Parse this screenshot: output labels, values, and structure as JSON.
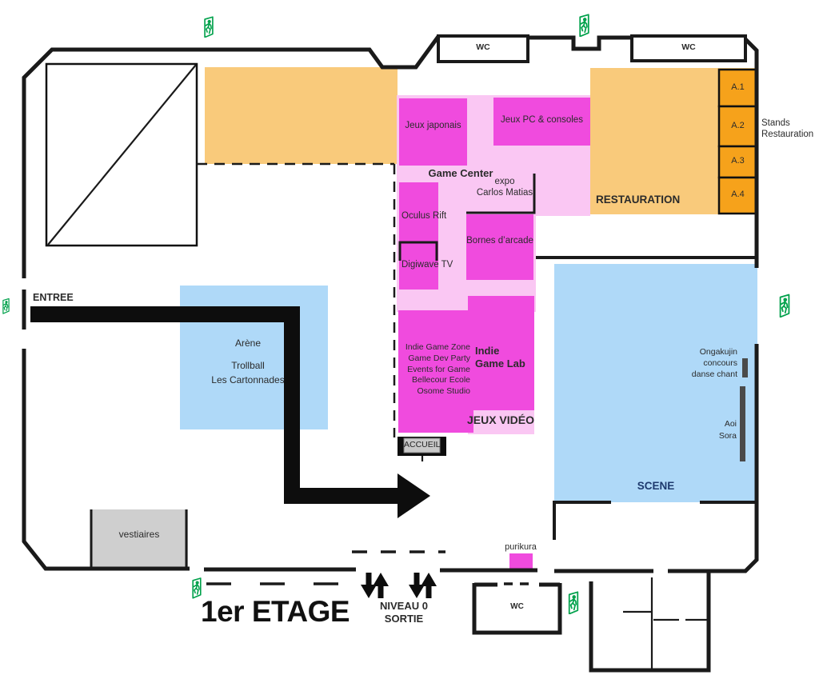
{
  "palette": {
    "wall": "#1a1a1a",
    "text": "#2b2b2b",
    "orange-light": "#F9CA7B",
    "orange-dark": "#F6A21B",
    "magenta": "#F04BDE",
    "pink-light": "#FAC7F3",
    "blue-light": "#AFD9F8",
    "blue-scene": "#54A9F1",
    "scene-text": "#1E3A6E",
    "gray-room": "#CFCFCF",
    "exit-green": "#00A14B"
  },
  "labels": {
    "title": "1er ETAGE",
    "niveau": "NIVEAU 0",
    "sortie": "SORTIE",
    "entree": "ENTREE",
    "wc_top_left": "WC",
    "wc_top_right": "WC",
    "wc_bottom": "WC",
    "vestiaires": "vestiaires",
    "accueil": "ACCUEIL",
    "purikura": "purikura",
    "scene": "SCENE",
    "restauration": "RESTAURATION",
    "stands_line1": "Stands",
    "stands_line2": "Restauration",
    "stand_a1": "A.1",
    "stand_a2": "A.2",
    "stand_a3": "A.3",
    "stand_a4": "A.4",
    "jeux_japonais": "Jeux japonais",
    "jeux_pc": "Jeux PC & consoles",
    "game_center": "Game Center",
    "expo_line1": "expo",
    "expo_line2": "Carlos Matias",
    "oculus": "Oculus Rift",
    "digiwave": "Digiwave TV",
    "bornes": "Bornes d’arcade",
    "indie_zone_lines": [
      "Indie Game Zone",
      "Game Dev Party",
      "Events for Game",
      "Bellecour Ecole",
      "Osome Studio"
    ],
    "indie_lab_line1": "Indie",
    "indie_lab_line2": "Game Lab",
    "jeux_video": "JEUX VIDÉO",
    "arene": "Arène",
    "trollball": "Trollball",
    "cartonnades": "Les Cartonnades",
    "ongakujin_lines": [
      "Ongakujin",
      "concours",
      "danse chant"
    ],
    "aoi_lines": [
      "Aoi",
      "Sora"
    ]
  }
}
